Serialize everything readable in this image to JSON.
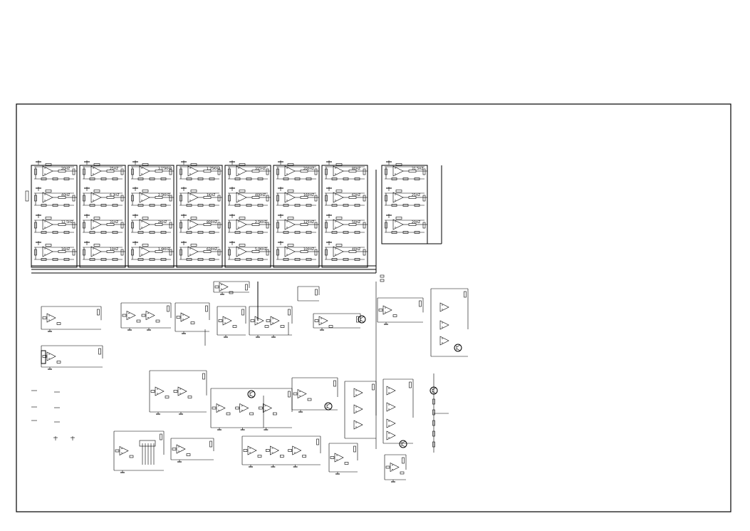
{
  "bank_labels": [
    [
      "20HZ",
      "40HZ",
      "12.5HZ",
      "16HZ"
    ],
    [
      "25HZ",
      "6.3HZ",
      "31HZ",
      "10HZ"
    ],
    [
      "3.15KHZ",
      "2.5KHZ",
      "2KHZ",
      "1.6KHZ"
    ],
    [
      "1.25KHZ",
      "1KHZ",
      "800HZ",
      "630HZ"
    ],
    [
      "315HZ",
      "400HZ",
      "2.5KHZ",
      "5.0KHZ"
    ],
    [
      "200HZ",
      "160HZ",
      "125HZ",
      "100HZ"
    ],
    [
      "80HZ",
      "63HZ",
      "50HZ",
      "40HZ"
    ],
    [
      "31.5HZ",
      "25HZ",
      "20HZ"
    ]
  ]
}
